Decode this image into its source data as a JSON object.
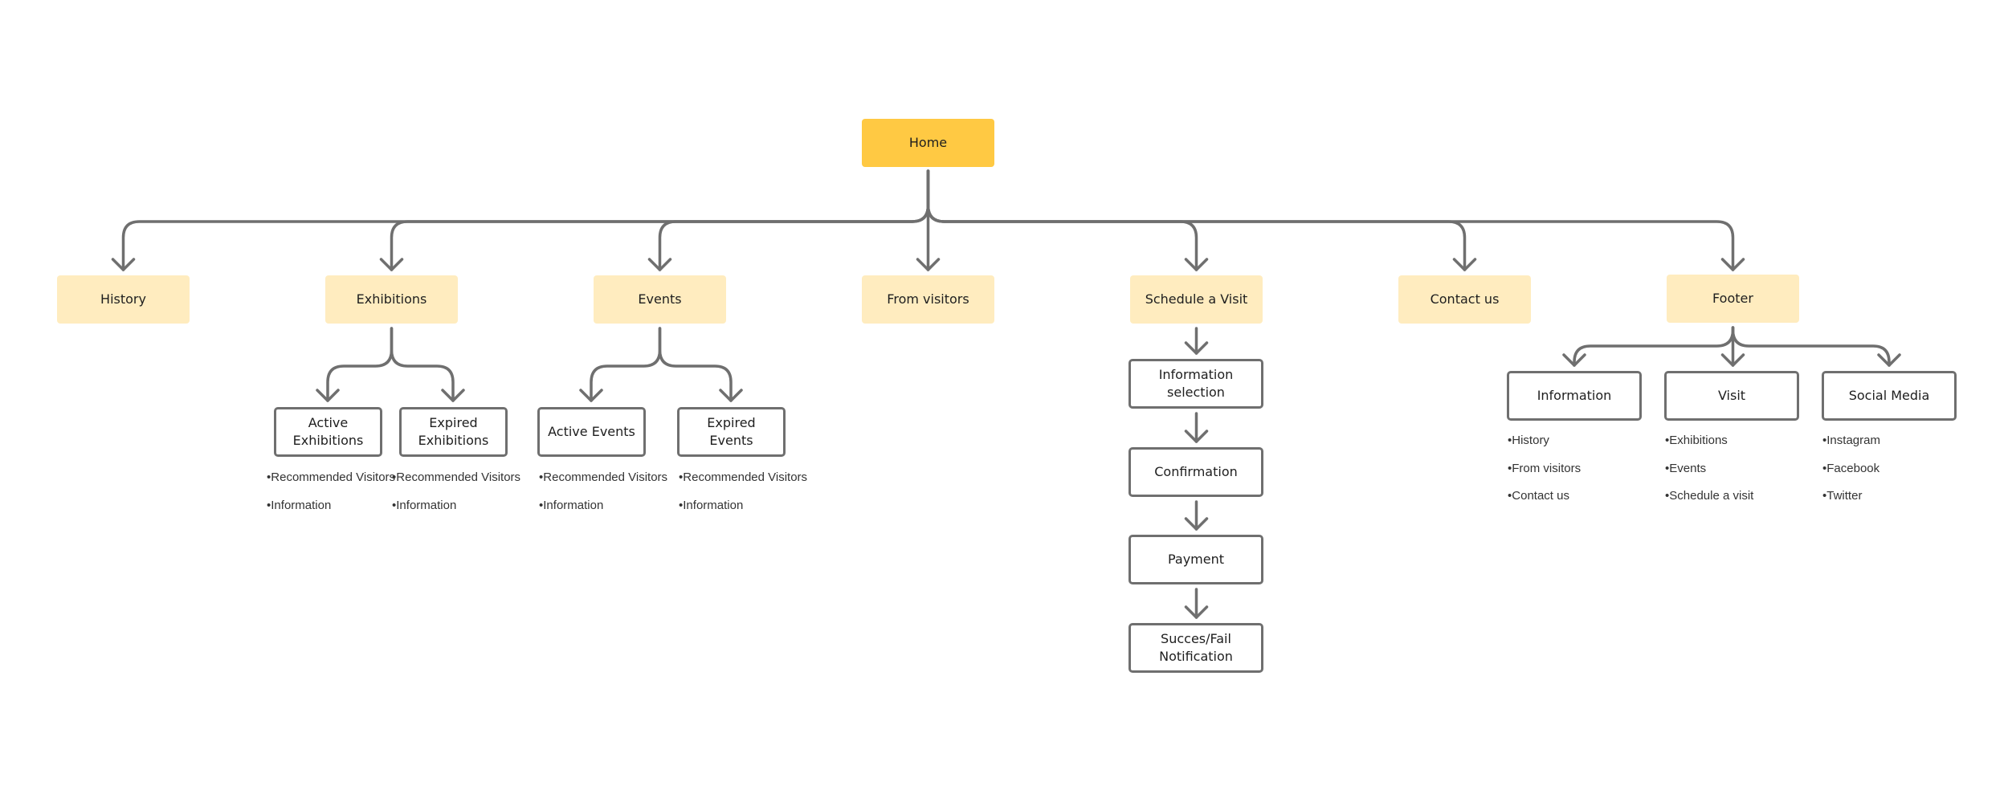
{
  "colors": {
    "root_fill": "#ffc943",
    "primary_fill": "#ffecbf",
    "outline": "#6f6f6f",
    "connector": "#6f6f6f"
  },
  "root": {
    "label": "Home"
  },
  "sections": [
    {
      "label": "History"
    },
    {
      "label": "Exhibitions",
      "children": [
        {
          "label": "Active\nExhibitions",
          "items": [
            "Recommended Visitors",
            "Information"
          ]
        },
        {
          "label": "Expired\nExhibitions",
          "items": [
            "Recommended Visitors",
            "Information"
          ]
        }
      ]
    },
    {
      "label": "Events",
      "children": [
        {
          "label": "Active Events",
          "items": [
            "Recommended Visitors",
            "Information"
          ]
        },
        {
          "label": "Expired Events",
          "items": [
            "Recommended Visitors",
            "Information"
          ]
        }
      ]
    },
    {
      "label": "From visitors"
    },
    {
      "label": "Schedule a Visit",
      "steps": [
        "Information selection",
        "Confirmation",
        "Payment",
        "Succes/Fail\nNotification"
      ]
    },
    {
      "label": "Contact us"
    },
    {
      "label": "Footer",
      "children": [
        {
          "label": "Information",
          "items": [
            "History",
            "From visitors",
            "Contact us"
          ]
        },
        {
          "label": "Visit",
          "items": [
            "Exhibitions",
            "Events",
            "Schedule a visit"
          ]
        },
        {
          "label": "Social Media",
          "items": [
            "Instagram",
            "Facebook",
            "Twitter"
          ]
        }
      ]
    }
  ]
}
